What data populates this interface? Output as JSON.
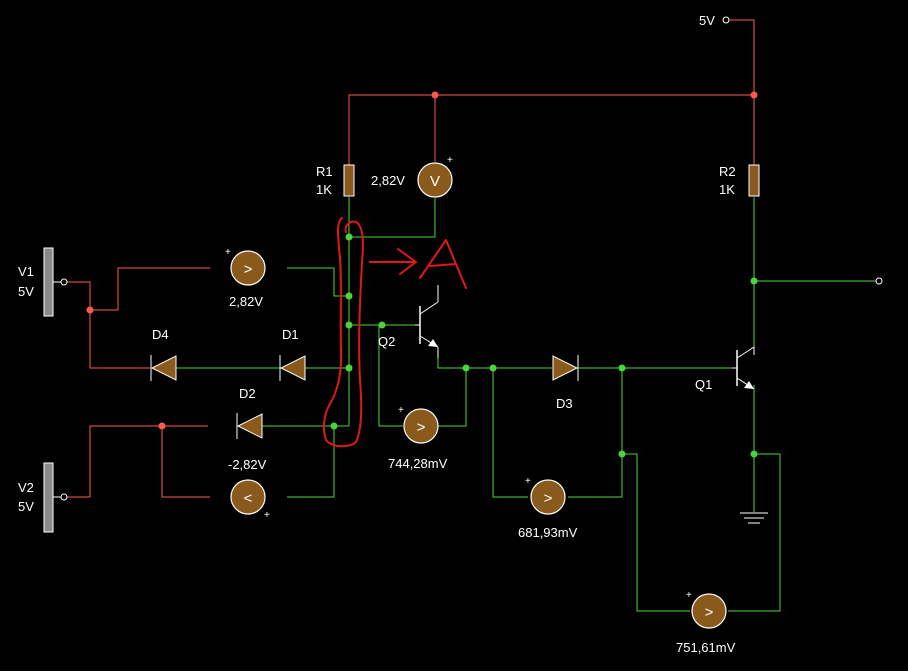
{
  "components": {
    "r1": {
      "name": "R1",
      "value": "1K"
    },
    "r2": {
      "name": "R2",
      "value": "1K"
    },
    "v1": {
      "name": "V1",
      "value": "5V"
    },
    "v2": {
      "name": "V2",
      "value": "5V"
    },
    "supply": {
      "label": "5V"
    },
    "d1": {
      "name": "D1"
    },
    "d2": {
      "name": "D2"
    },
    "d3": {
      "name": "D3"
    },
    "d4": {
      "name": "D4"
    },
    "q1": {
      "name": "Q1"
    },
    "q2": {
      "name": "Q2"
    }
  },
  "meters": {
    "m_r1": {
      "reading": "2,82V",
      "symbol": "V"
    },
    "m_v1": {
      "reading": "2,82V",
      "symbol": ">"
    },
    "m_v2": {
      "reading": "-2,82V",
      "symbol": "<"
    },
    "m_q2": {
      "reading": "744,28mV",
      "symbol": ">"
    },
    "m_d3": {
      "reading": "681,93mV",
      "symbol": ">"
    },
    "m_q1": {
      "reading": "751,61mV",
      "symbol": ">"
    },
    "plus": "+"
  },
  "annotation": {
    "text": "A"
  },
  "colors": {
    "wire_high": "#ff5a4a",
    "wire_low": "#4cd43c",
    "component": "#8a5a1c",
    "annotation": "#e01818"
  }
}
